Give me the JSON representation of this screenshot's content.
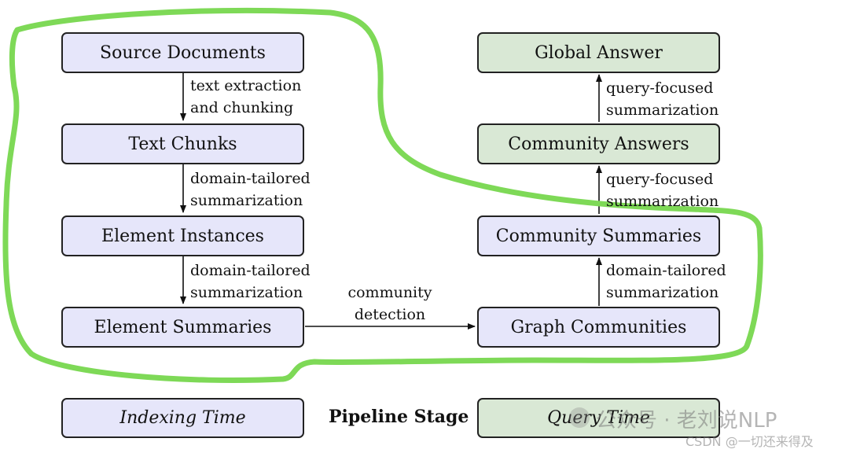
{
  "nodes": {
    "source_documents": "Source Documents",
    "text_chunks": "Text Chunks",
    "element_instances": "Element Instances",
    "element_summaries": "Element Summaries",
    "graph_communities": "Graph Communities",
    "community_summaries": "Community Summaries",
    "community_answers": "Community Answers",
    "global_answer": "Global Answer"
  },
  "edges": {
    "text_extraction": [
      "text extraction",
      "and chunking"
    ],
    "domain_tailored_1": [
      "domain-tailored",
      "summarization"
    ],
    "domain_tailored_2": [
      "domain-tailored",
      "summarization"
    ],
    "community_detection": [
      "community",
      "detection"
    ],
    "domain_tailored_3": [
      "domain-tailored",
      "summarization"
    ],
    "query_focused_1": [
      "query-focused",
      "summarization"
    ],
    "query_focused_2": [
      "query-focused",
      "summarization"
    ]
  },
  "legend": {
    "indexing_time": "Indexing Time",
    "pipeline_stage": "Pipeline Stage",
    "query_time": "Query Time"
  },
  "watermark": {
    "wechat": "公众号 · 老刘说NLP",
    "csdn": "CSDN @一切还来得及"
  },
  "colors": {
    "indexing_fill": "#e6e6fa",
    "query_fill": "#d9e8d5",
    "highlight_outline": "#7ed957"
  }
}
